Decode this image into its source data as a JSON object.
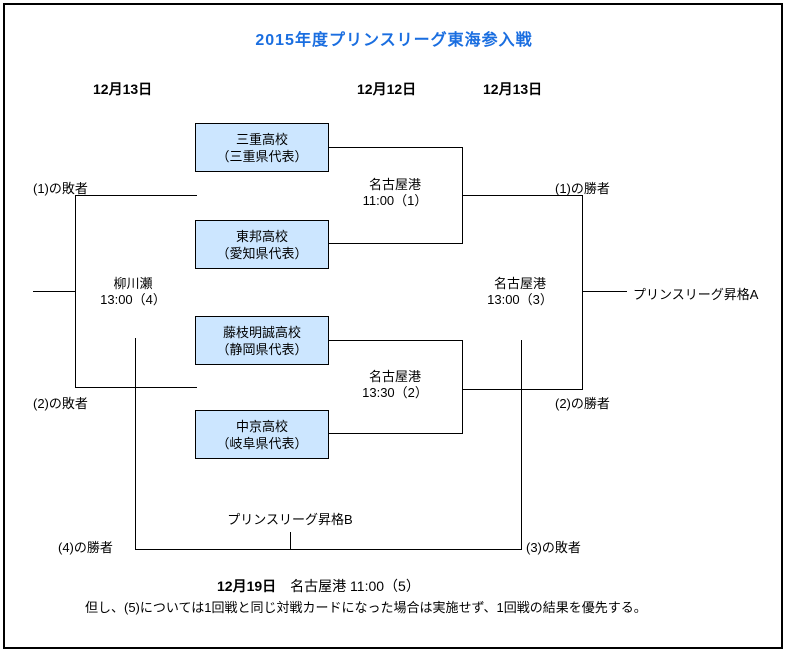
{
  "title": "2015年度プリンスリーグ東海参入戦",
  "date_headers": {
    "left": "12月13日",
    "middle": "12月12日",
    "right": "12月13日"
  },
  "teams": [
    {
      "name": "三重高校",
      "prefecture": "（三重県代表）"
    },
    {
      "name": "東邦高校",
      "prefecture": "（愛知県代表）"
    },
    {
      "name": "藤枝明誠高校",
      "prefecture": "（静岡県代表）"
    },
    {
      "name": "中京高校",
      "prefecture": "（岐阜県代表）"
    }
  ],
  "matches": {
    "m1": {
      "venue": "名古屋港",
      "time": "11:00（1）"
    },
    "m2": {
      "venue": "名古屋港",
      "time": "13:30（2）"
    },
    "m3": {
      "venue": "名古屋港",
      "time": "13:00（3）"
    },
    "m4": {
      "venue": "柳川瀬",
      "time": "13:00（4）"
    }
  },
  "connector_labels": {
    "loser1": "(1)の敗者",
    "loser2": "(2)の敗者",
    "winner1": "(1)の勝者",
    "winner2": "(2)の勝者",
    "winner4": "(4)の勝者",
    "loser3": "(3)の敗者"
  },
  "outcomes": {
    "promotion_a": "プリンスリーグ昇格A",
    "promotion_b": "プリンスリーグ昇格B"
  },
  "footer": {
    "final_date": "12月19日",
    "final_detail": "名古屋港 11:00（5）",
    "note": "但し、(5)については1回戦と同じ対戦カードになった場合は実施せず、1回戦の結果を優先する。"
  },
  "colors": {
    "title_blue": "#1a6ee0",
    "team_box_fill": "#cce6ff",
    "line_black": "#000000"
  }
}
